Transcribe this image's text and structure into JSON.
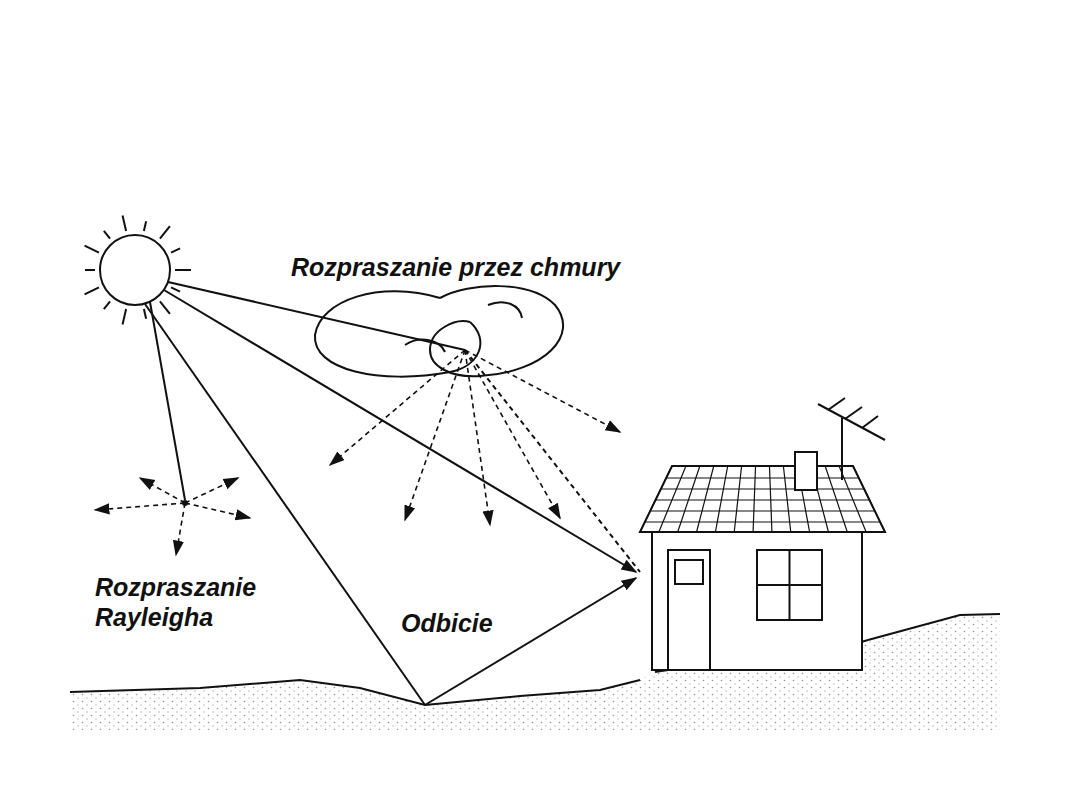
{
  "diagram": {
    "labels": [
      "Rozpraszanie przez chmury",
      "Rozpraszanie Rayleigha",
      "Odbicie"
    ]
  }
}
